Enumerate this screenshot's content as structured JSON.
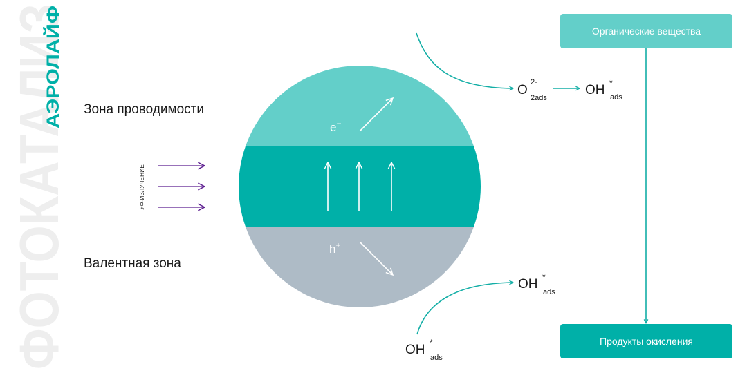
{
  "brand": {
    "title": "ФОТОКАТАЛИЗ",
    "logo": "АЭРОЛАЙФ"
  },
  "labels": {
    "conduction_band": "Зона проводимости",
    "valence_band": "Валентная зона",
    "uv_radiation": "УФ-ИЗЛУЧЕНИЕ",
    "electron": "e",
    "electron_sign": "−",
    "hole": "h",
    "hole_sign": "+"
  },
  "species": {
    "superoxide": {
      "base": "O",
      "sup": "2-",
      "sub": "2ads"
    },
    "hydroxyl": {
      "base": "OH",
      "sup": "*",
      "sub": "ads"
    }
  },
  "boxes": {
    "organic": "Органические вещества",
    "products": "Продукты окисления"
  },
  "colors": {
    "conduction": "#63cfc9",
    "gap": "#00b0a8",
    "valence": "#aebbc6",
    "teal_arrow": "#13aea6",
    "uv_arrow": "#5b1c8f",
    "watermark": "#eeeeee",
    "logo": "#00b0a8",
    "text": "#1a1a1a"
  }
}
